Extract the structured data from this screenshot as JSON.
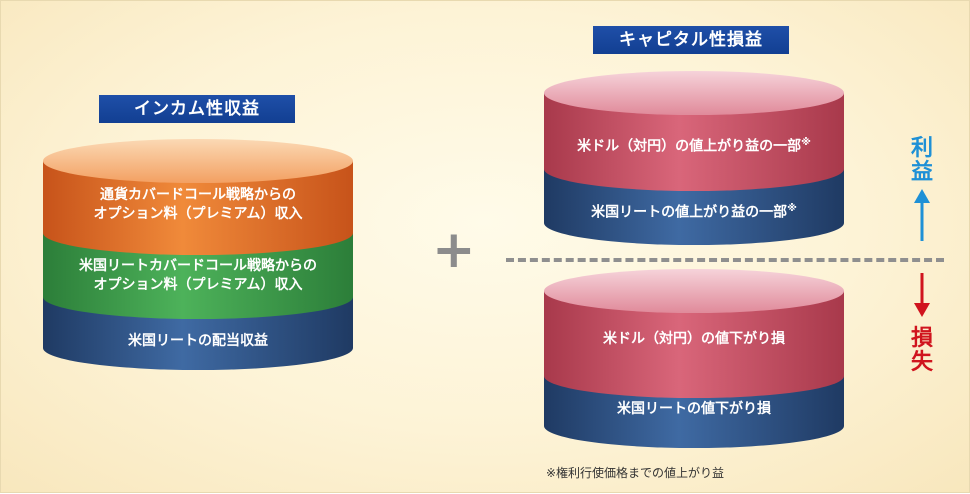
{
  "left": {
    "title": "インカム性収益",
    "bands": [
      {
        "lines": [
          "通貨カバードコール戦略からの",
          "オプション料（プレミアム）収入"
        ],
        "color": "#e06a1e"
      },
      {
        "lines": [
          "米国リートカバードコール戦略からの",
          "オプション料（プレミアム）収入"
        ],
        "color": "#3c9a4a"
      },
      {
        "lines": [
          "米国リートの配当収益"
        ],
        "color": "#2e4f7f"
      }
    ]
  },
  "plus": "+",
  "right": {
    "title": "キャピタル性損益",
    "profit_cylinder": [
      {
        "text": "米ドル（対円）の値上がり益の一部",
        "mark": "※",
        "color": "#c24a5c"
      },
      {
        "text": "米国リートの値上がり益の一部",
        "mark": "※",
        "color": "#2e4f7f"
      }
    ],
    "loss_cylinder": [
      {
        "text": "米ドル（対円）の値下がり損",
        "color": "#c24a5c"
      },
      {
        "text": "米国リートの値下がり損",
        "color": "#2e4f7f"
      }
    ],
    "profit_label": "利益",
    "loss_label": "損失",
    "profit_color": "#1e90d6",
    "loss_color": "#d0141e"
  },
  "footnote": "※権利行使価格までの値上がり益"
}
